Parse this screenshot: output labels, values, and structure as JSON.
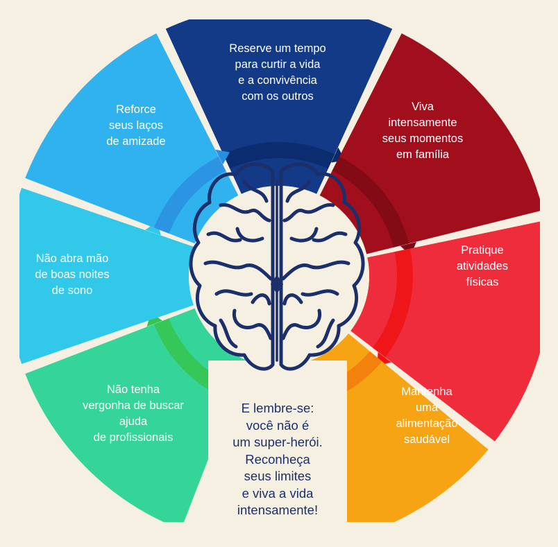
{
  "segments": [
    {
      "id": "tempo",
      "color": "#123a86",
      "inner": "#0b2a6a",
      "lines": [
        "Reserve um tempo",
        "para curtir a vida",
        "e a convivência",
        "com os outros"
      ]
    },
    {
      "id": "familia",
      "color": "#a10f1d",
      "inner": "#7c0a14",
      "lines": [
        "Viva",
        "intensamente",
        "seus momentos",
        "em família"
      ]
    },
    {
      "id": "atividades",
      "color": "#ef2c3c",
      "inner": "#ee1313",
      "lines": [
        "Pratique",
        "atividades",
        "físicas"
      ]
    },
    {
      "id": "alimentacao",
      "color": "#f6a414",
      "inner": "#f27b0c",
      "lines": [
        "Mantenha",
        "uma",
        "alimentação",
        "saudável"
      ]
    },
    {
      "id": "profissionais",
      "color": "#35d59a",
      "inner": "#35c44c",
      "lines": [
        "Não tenha",
        "vergonha de buscar",
        "ajuda",
        "de profissionais"
      ]
    },
    {
      "id": "sono",
      "color": "#32c8ea",
      "inner": "#32c8ea",
      "lines": [
        "Não abra mão",
        "de boas noites",
        "de sono"
      ]
    },
    {
      "id": "amizade",
      "color": "#30b2ee",
      "inner": "#2a8ee0",
      "lines": [
        "Reforce",
        "seus laços",
        "de amizade"
      ]
    }
  ],
  "closing": [
    "E lembre-se:",
    "você não é",
    "um super-herói.",
    "Reconheça",
    "seus limites",
    "e viva a vida",
    "intensamente!"
  ],
  "colors": {
    "background": "#f5f0e1",
    "brain": "#1b2f6b",
    "closing_text": "#1b2f6b"
  },
  "icons": {
    "center": "brain-icon"
  }
}
